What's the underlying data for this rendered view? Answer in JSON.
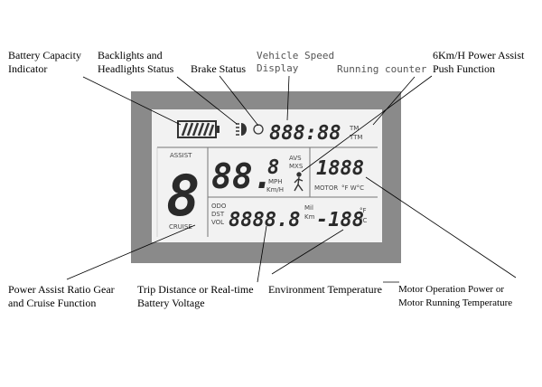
{
  "labels": {
    "battery": "Battery Capacity\nIndicator",
    "backlights": "Backlights and\nHeadlights Status",
    "brake": "Brake Status",
    "speed": "Vehicle Speed\nDisplay",
    "running": "Running counter",
    "push": "6Km/H Power Assist\nPush Function",
    "assist": "Power Assist Ratio Gear\nand Cruise Function",
    "trip": "Trip Distance or Real-time\nBattery Voltage",
    "env": "Environment Temperature",
    "motor": "Motor Operation Power or\nMotor Running Temperature"
  },
  "display": {
    "clock": "888:88",
    "tm": "TM",
    "ttm": "TTM",
    "assist_word": "ASSIST",
    "assist_digit": "8",
    "cruise_word": "CRUISE",
    "speed_digits": "88.",
    "speed_small": "8",
    "avs": "AVS",
    "mxs": "MXS",
    "mph": "MPH",
    "kmh": "Km/H",
    "power_digits": "1888",
    "motor_word": "MOTOR",
    "fc": "°F W°C",
    "odo": "ODO",
    "dst": "DST",
    "vol": "VOL",
    "trip_digits": "8888.8",
    "mil": "Mil",
    "km": "Km",
    "temp_digits": "-188",
    "deg_f": "°F",
    "deg_c": "°C"
  },
  "colors": {
    "frame": "#8a8a8a",
    "screen": "#f2f2f2",
    "segments": "#2a2a2a",
    "mono_label": "#555555"
  },
  "icons": [
    "battery-icon",
    "headlight-icon",
    "brake-icon",
    "walking-person-icon"
  ]
}
